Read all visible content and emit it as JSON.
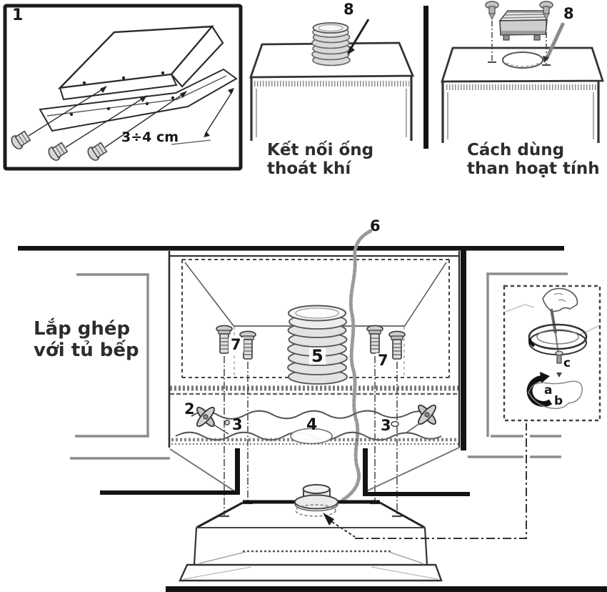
{
  "colors": {
    "ink": "#1f1f1f",
    "line_gray": "#8c8c8c",
    "fill_gray": "#cfcfcf",
    "background": "#ffffff"
  },
  "top_left_panel": {
    "number": "1",
    "dimension_label": "3÷4 cm"
  },
  "duct_step": {
    "part_number": "8",
    "caption": [
      "Kết nối ống",
      "thoát khí"
    ]
  },
  "carbon_step": {
    "part_number": "8",
    "caption": [
      "Cách dùng",
      "than hoạt tính"
    ]
  },
  "assembly": {
    "caption": [
      "Lắp ghép",
      "với tủ bếp"
    ],
    "part_numbers": {
      "cord": "6",
      "duct_coil": "5",
      "screws_left": "7",
      "screws_right": "7",
      "clip": "2",
      "hole_left": "3",
      "filter_panel": "4",
      "hole_right": "3"
    },
    "inset_labels": {
      "a": "a",
      "b": "b",
      "c": "c"
    }
  }
}
